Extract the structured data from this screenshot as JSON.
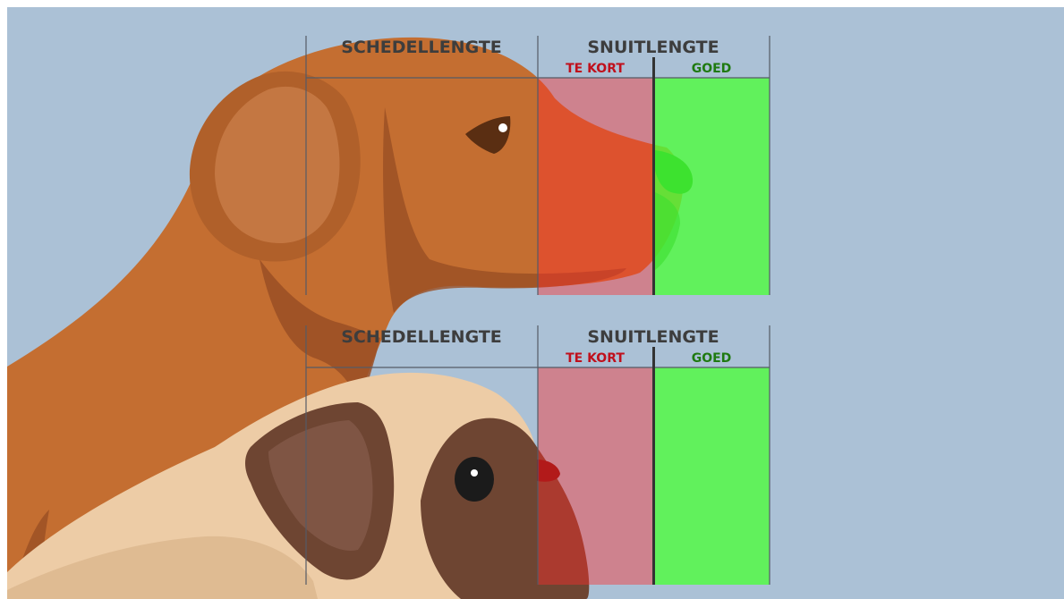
{
  "panels": [
    {
      "skull_label": "SCHEDELLENGTE",
      "snout_label": "SNUITLENGTE",
      "too_short_label": "TE KORT",
      "good_label": "GOED"
    },
    {
      "skull_label": "SCHEDELLENGTE",
      "snout_label": "SNUITLENGTE",
      "too_short_label": "TE KORT",
      "good_label": "GOED"
    }
  ],
  "colors": {
    "background": "#abc1d6",
    "too_short_zone": "#ffa0a0",
    "good_zone": "#6cf55c",
    "too_short_text": "#c0101c",
    "good_text": "#1f7a10",
    "header_text": "#3d3d3d",
    "dog_fur": "#c46e31",
    "pug_fur": "#edcca6",
    "pug_mask": "#6e4532"
  }
}
